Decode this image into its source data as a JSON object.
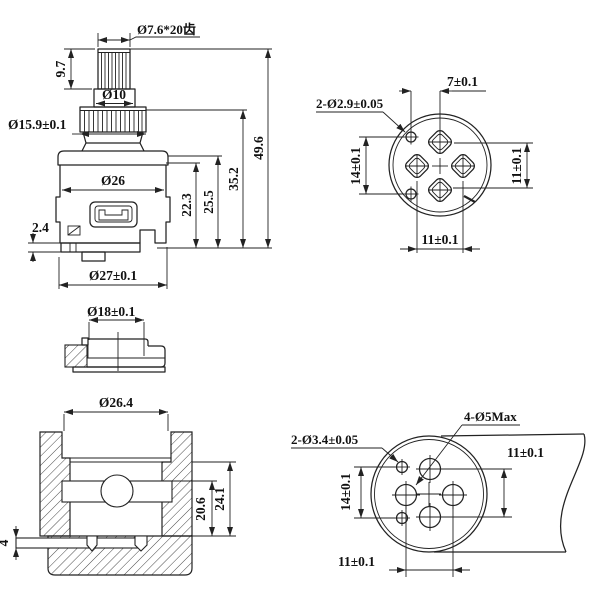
{
  "side_view": {
    "spline_teeth": "Ø7.6*20齿",
    "stem_height": "9.7",
    "collar_diameter": "Ø10",
    "spline_diameter": "Ø15.9±0.1",
    "body_diameter": "Ø26",
    "step_height": "2.4",
    "base_diameter": "Ø27±0.1",
    "height_1": "22.3",
    "height_2": "25.5",
    "height_3": "35.2",
    "height_4": "49.6"
  },
  "top_view": {
    "center_offset": "7±0.1",
    "screw_holes": "2-Ø2.9±0.05",
    "vertical_spacing": "14±0.1",
    "side_spacing": "11±0.1",
    "bottom_spacing": "11±0.1"
  },
  "flange_view": {
    "diameter": "Ø18±0.1"
  },
  "section_view": {
    "bore_diameter": "Ø26.4",
    "inner_depth": "20.6",
    "total_depth": "24.1",
    "plate_thickness": "4"
  },
  "bottom_view": {
    "port_holes": "4-Ø5Max",
    "screw_holes": "2-Ø3.4±0.05",
    "side_spacing": "11±0.1",
    "vertical_spacing": "14±0.1",
    "bottom_spacing": "11±0.1"
  }
}
